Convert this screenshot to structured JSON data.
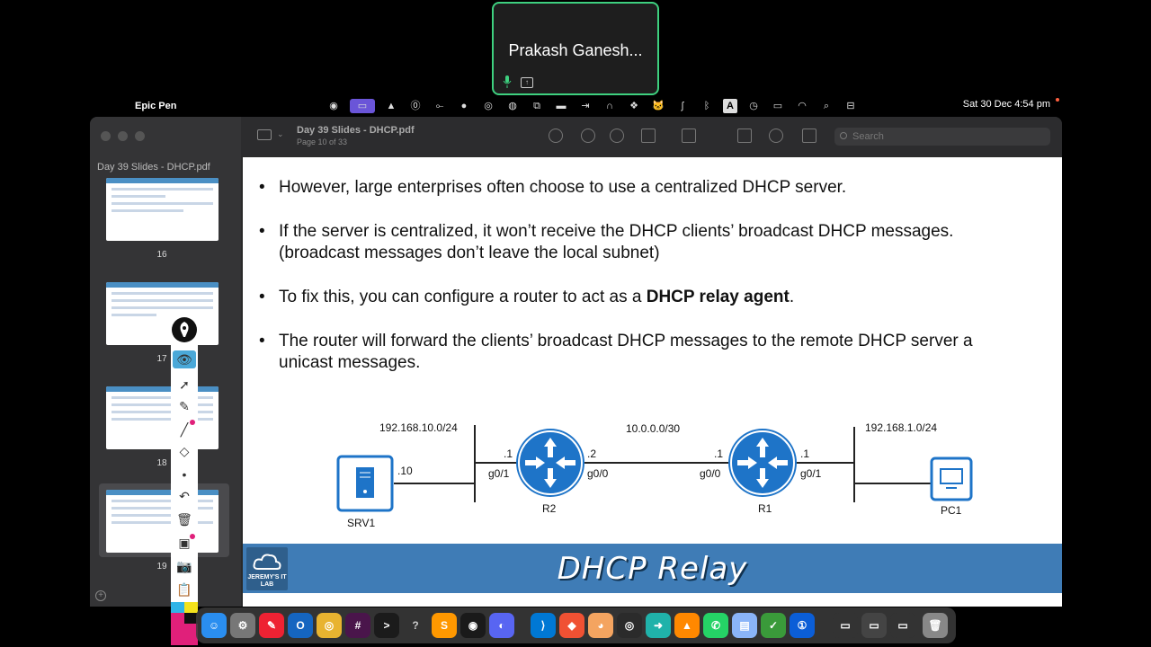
{
  "zoom": {
    "participant_name": "Prakash Ganesh..."
  },
  "menubar": {
    "app_name": "Epic Pen",
    "clock": "Sat 30 Dec  4:54 pm",
    "tray_icons": [
      "screen-recorder-icon",
      "vlc-icon",
      "onepassword-icon",
      "network-icon",
      "messages-icon",
      "chrome-icon",
      "globe-icon",
      "window-icon",
      "note-icon",
      "exit-icon",
      "headphones-icon",
      "dropbox-icon",
      "cat-icon",
      "stethoscope-icon",
      "bluetooth-icon",
      "keyboard-icon",
      "time-machine-icon",
      "battery-icon",
      "wifi-icon",
      "search-icon",
      "control-center-icon"
    ],
    "keyboard_letter": "A"
  },
  "preview": {
    "doc_title": "Day 39 Slides - DHCP.pdf",
    "page_info": "Page 10 of 33",
    "search_placeholder": "Search",
    "sidebar_title": "Day 39 Slides - DHCP.pdf",
    "thumbnails": [
      {
        "num": "16"
      },
      {
        "num": "17"
      },
      {
        "num": "18"
      },
      {
        "num": "19"
      }
    ]
  },
  "slide": {
    "bullets": [
      {
        "text": "However, large enterprises often choose to use a centralized DHCP server."
      },
      {
        "line1": "If the server is centralized, it won’t receive the DHCP clients’ broadcast DHCP messages.",
        "line2": "(broadcast messages don’t leave the local subnet)"
      },
      {
        "prefix": "To fix this, you can configure a router to act as a ",
        "bold": "DHCP relay agent",
        "suffix": "."
      },
      {
        "line1": "The router will forward the clients’ broadcast DHCP messages to the remote DHCP server a",
        "line2": "unicast messages."
      }
    ],
    "diagram": {
      "net_left": "192.168.10.0/24",
      "net_mid": "10.0.0.0/30",
      "net_right": "192.168.1.0/24",
      "srv_ip": ".10",
      "r2_left_ip": ".1",
      "r2_left_if": "g0/1",
      "r2_right_ip": ".2",
      "r2_right_if": "g0/0",
      "r1_left_ip": ".1",
      "r1_left_if": "g0/0",
      "r1_right_ip": ".1",
      "r1_right_if": "g0/1",
      "srv_label": "SRV1",
      "r2_label": "R2",
      "r1_label": "R1",
      "pc_label": "PC1"
    },
    "footer_title": "DHCP Relay",
    "logo_text": "JEREMY'S IT LAB"
  },
  "dock": {
    "apps": [
      "finder",
      "system-settings",
      "epic-pen",
      "outlook",
      "chrome",
      "slack",
      "terminal",
      "help",
      "sublime",
      "gitkraken",
      "discord",
      "vscode",
      "git",
      "cat-app",
      "copilot",
      "arrow-app",
      "vlc",
      "whatsapp",
      "preview",
      "cheatsheet",
      "onepassword",
      "window1",
      "window2",
      "window3",
      "trash"
    ]
  },
  "colors": {
    "slide_footer": "#3f7cb6",
    "router_blue": "#1e74c8",
    "zoom_border": "#3ed07f",
    "epic_pen_accent": "#6a55d8"
  }
}
